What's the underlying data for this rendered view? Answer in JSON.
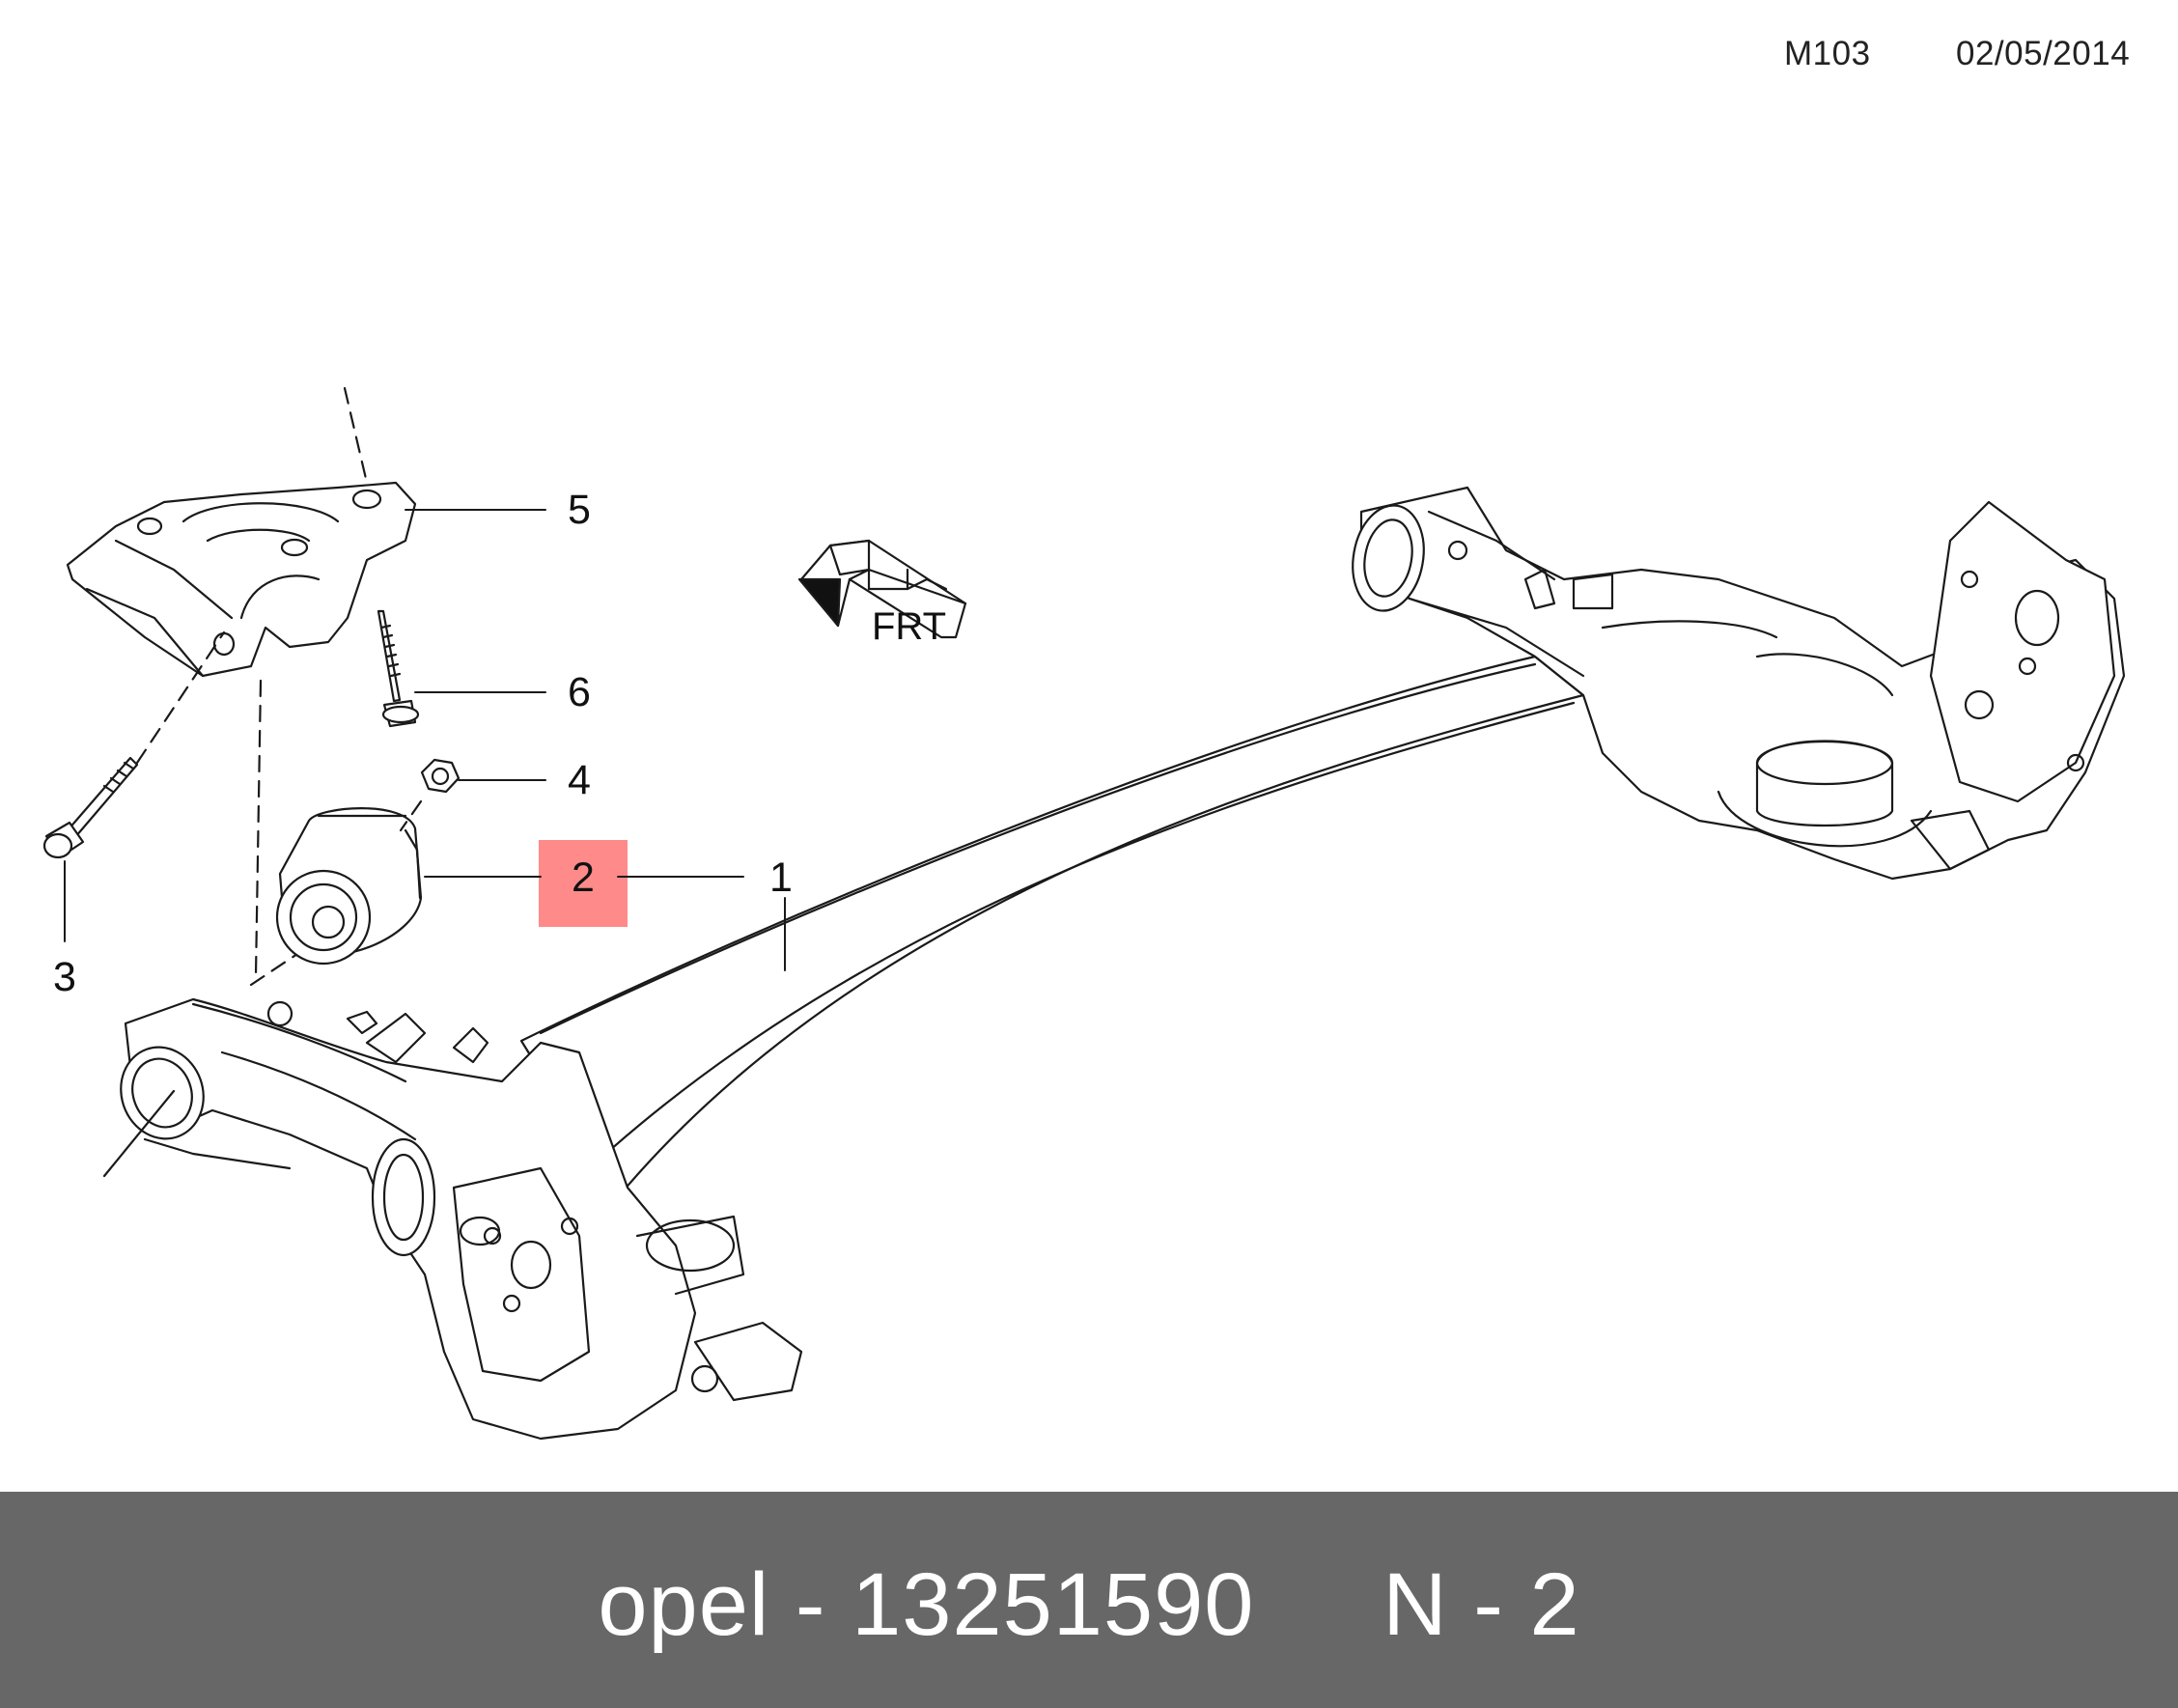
{
  "header": {
    "diagram_code": "M103",
    "date": "02/05/2014"
  },
  "callouts": {
    "c1": "1",
    "c2": "2",
    "c3": "3",
    "c4": "4",
    "c5": "5",
    "c6": "6"
  },
  "highlight": {
    "callout": "2",
    "color": "#ff8a8a"
  },
  "direction_marker": {
    "label": "FRT"
  },
  "footer": {
    "brand": "opel",
    "separator": " - ",
    "part_number": "13251590",
    "position_prefix": "N",
    "position_separator": " - ",
    "position_number": "2",
    "background": "#676767",
    "text_color": "#ffffff"
  },
  "parts": [
    {
      "callout": "1",
      "name": "rear-axle-beam"
    },
    {
      "callout": "2",
      "name": "axle-bushing"
    },
    {
      "callout": "3",
      "name": "bushing-bolt"
    },
    {
      "callout": "4",
      "name": "bushing-nut"
    },
    {
      "callout": "5",
      "name": "mounting-bracket"
    },
    {
      "callout": "6",
      "name": "bracket-bolt"
    }
  ]
}
